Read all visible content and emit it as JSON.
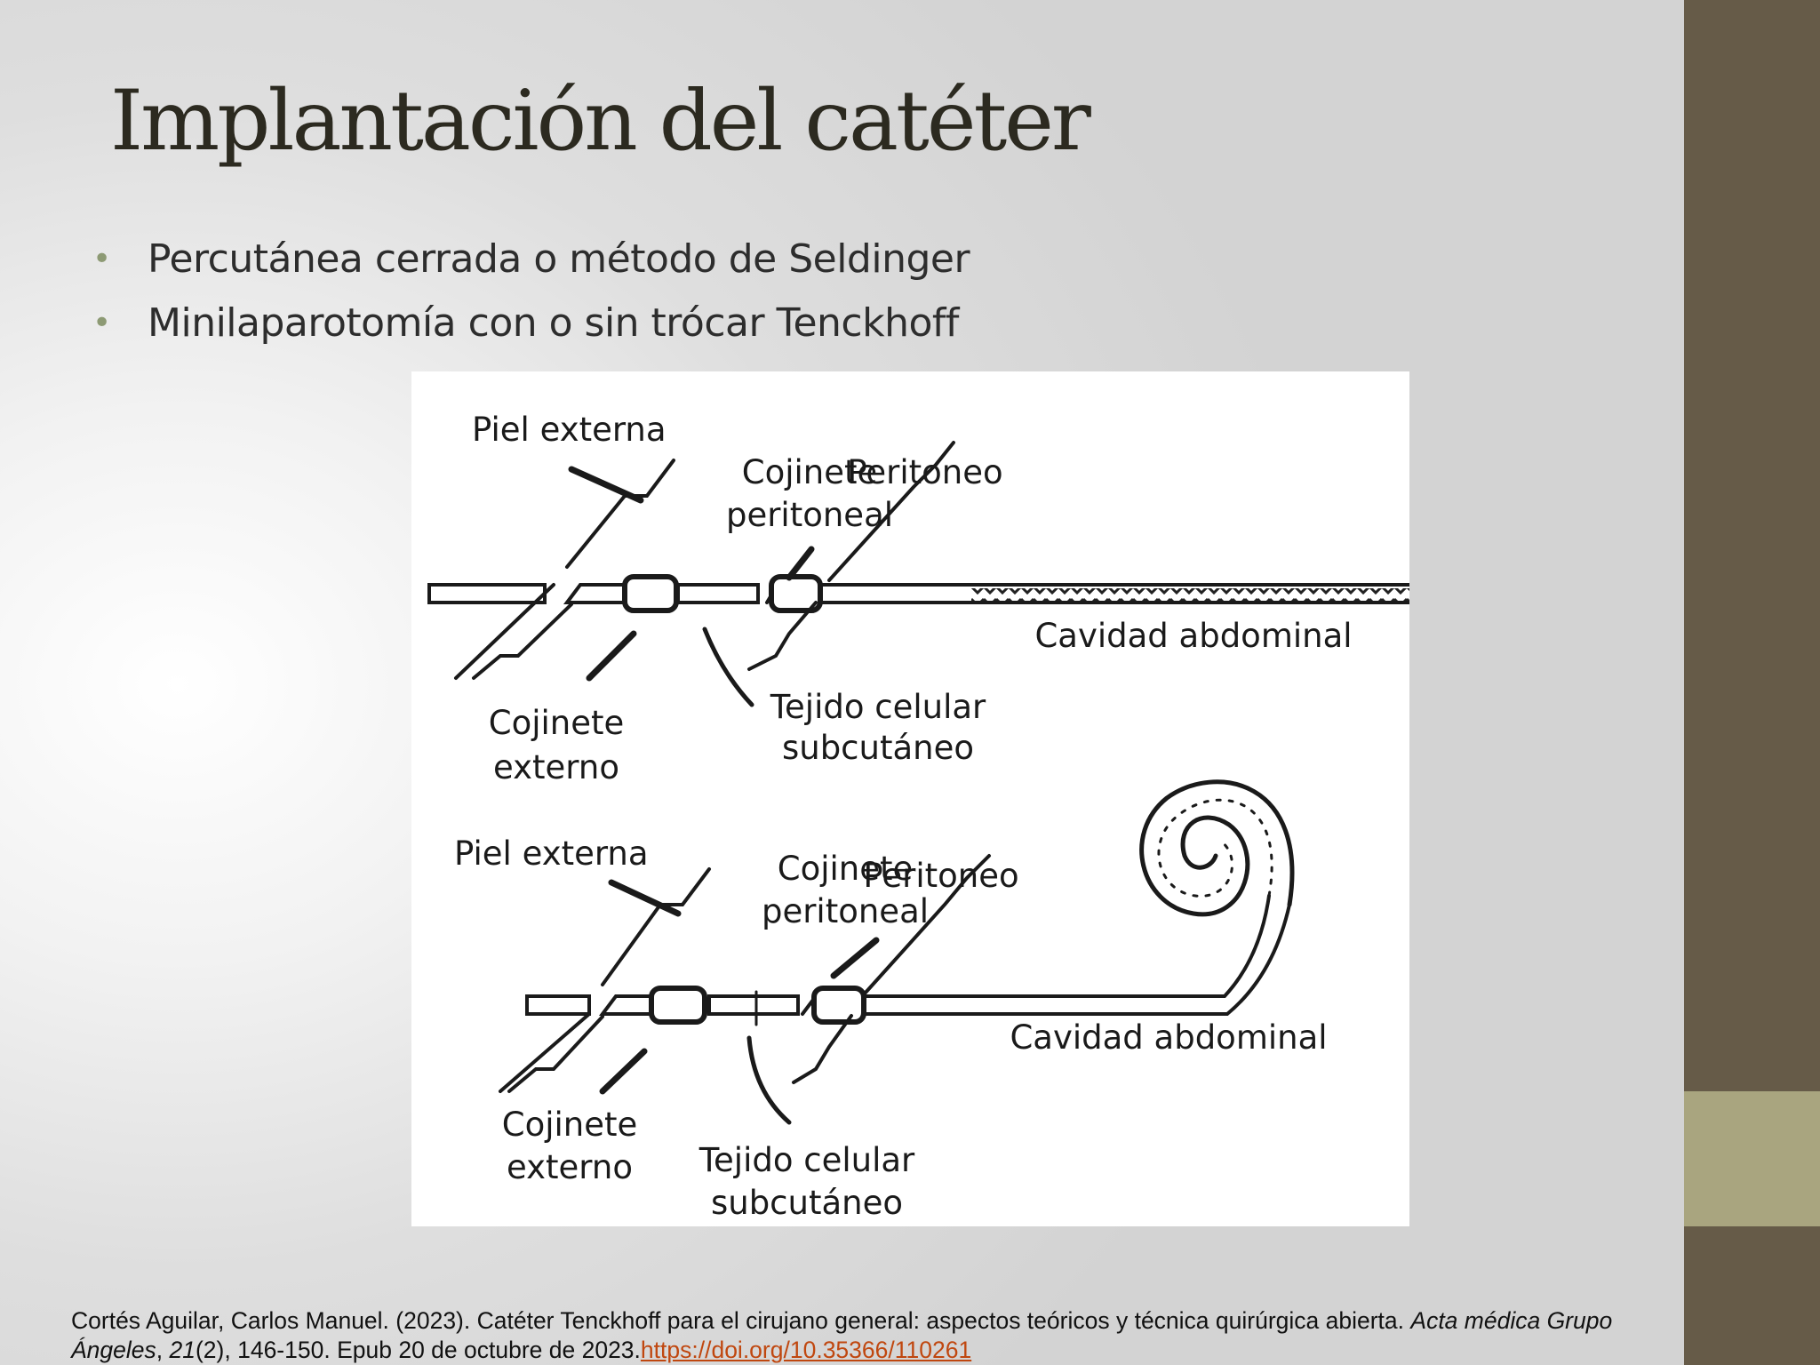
{
  "slide": {
    "title": "Implantación del catéter",
    "bullets": [
      "Percutánea cerrada o método de Seldinger",
      "Minilaparotomía con o sin trócar Tenckhoff"
    ],
    "bullet_color": "#8d9a74",
    "accent_dark": "#665b48",
    "accent_light": "#a9a57f"
  },
  "figure": {
    "top": {
      "piel_externa": "Piel externa",
      "cojinete_peritoneal_1": "Cojinete",
      "cojinete_peritoneal_2": "peritoneal",
      "peritoneo": "Peritoneo",
      "cavidad": "Cavidad abdominal",
      "cojinete_externo_1": "Cojinete",
      "cojinete_externo_2": "externo",
      "tejido_1": "Tejido celular",
      "tejido_2": "subcutáneo"
    },
    "bottom": {
      "piel_externa": "Piel externa",
      "cojinete_peritoneal_1": "Cojinete",
      "cojinete_peritoneal_2": "peritoneal",
      "peritoneo": "Peritoneo",
      "cavidad": "Cavidad abdominal",
      "cojinete_externo_1": "Cojinete",
      "cojinete_externo_2": "externo",
      "tejido_1": "Tejido celular",
      "tejido_2": "subcutáneo"
    }
  },
  "citation": {
    "text_before_journal": "Cortés Aguilar, Carlos Manuel. (2023). Catéter Tenckhoff para el cirujano general: aspectos teóricos y técnica quirúrgica abierta. ",
    "journal": "Acta médica Grupo Ángeles",
    "sep1": ", ",
    "volume": "21",
    "after_volume": "(2), 146-150. Epub 20 de octubre de 2023.",
    "link": "https://doi.org/10.35366/110261"
  }
}
